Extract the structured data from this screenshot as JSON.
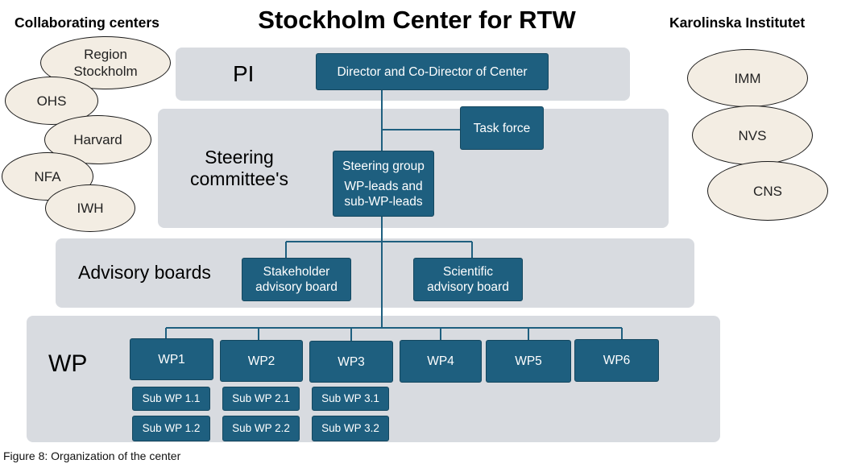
{
  "title": "Stockholm Center for RTW",
  "collaborating_header": "Collaborating centers",
  "karolinska_header": "Karolinska Institutet",
  "collaborating_centers": [
    {
      "line1": "Region",
      "line2": "Stockholm"
    },
    {
      "line1": "OHS",
      "line2": ""
    },
    {
      "line1": "Harvard",
      "line2": ""
    },
    {
      "line1": "NFA",
      "line2": ""
    },
    {
      "line1": "IWH",
      "line2": ""
    }
  ],
  "karolinska_units": [
    "IMM",
    "NVS",
    "CNS"
  ],
  "bands": {
    "pi": "PI",
    "steering": {
      "line1": "Steering",
      "line2": "committee's"
    },
    "advisory": "Advisory boards",
    "wp": "WP"
  },
  "boxes": {
    "director": "Director and Co-Director of Center",
    "task_force": "Task force",
    "steering_group": {
      "line1": "Steering group",
      "line2": "WP-leads and",
      "line3": "sub-WP-leads"
    },
    "stakeholder": {
      "line1": "Stakeholder",
      "line2": "advisory board"
    },
    "scientific": {
      "line1": "Scientific",
      "line2": "advisory board"
    }
  },
  "work_packages": [
    "WP1",
    "WP2",
    "WP3",
    "WP4",
    "WP5",
    "WP6"
  ],
  "sub_work_packages": [
    "Sub WP 1.1",
    "Sub WP 1.2",
    "Sub WP 2.1",
    "Sub WP 2.2",
    "Sub WP 3.1",
    "Sub WP 3.2"
  ],
  "caption": "Figure 8: Organization of the center",
  "colors": {
    "box": "#1e5f7f",
    "band": "#d8dbe0",
    "oval": "#f3ede3",
    "line": "#1e5f7f"
  }
}
